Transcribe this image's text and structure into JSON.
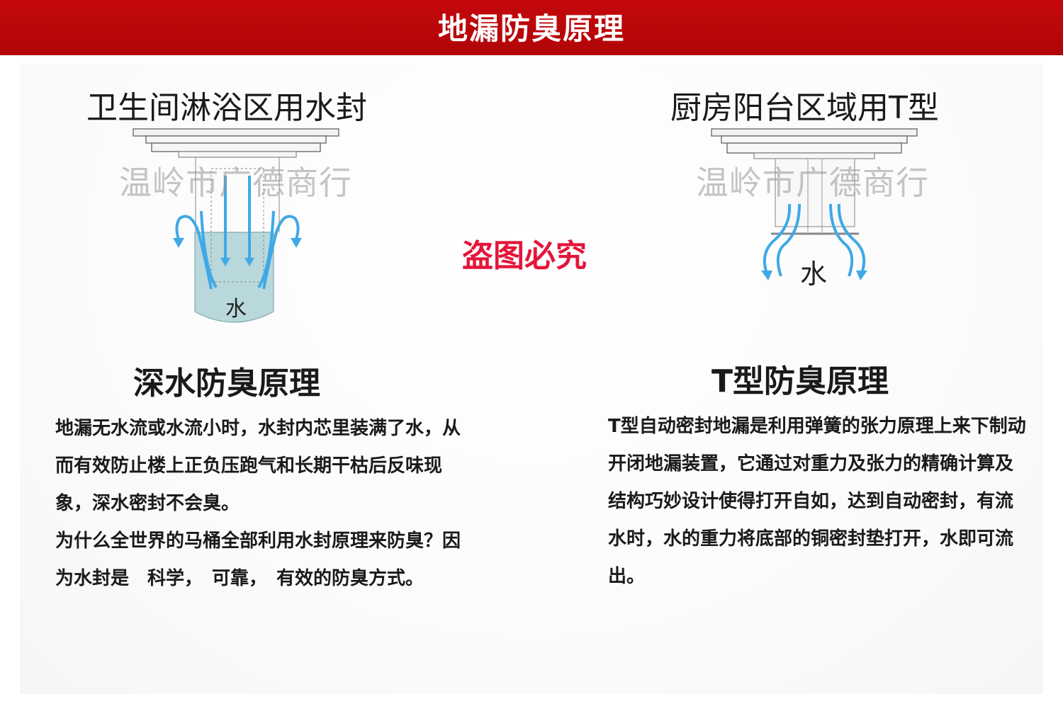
{
  "banner": {
    "title": "地漏防臭原理"
  },
  "left": {
    "heading": "卫生间淋浴区用水封",
    "diagram_label": "水",
    "subtitle": "深水防臭原理",
    "paragraphs": [
      "地漏无水流或水流小时，水封内芯里装满了水，从而有效防止楼上正负压跑气和长期干枯后反味现象，深水密封不会臭。",
      "为什么全世界的马桶全部利用水封原理来防臭？因为水封是　科学，　可靠，　有效的防臭方式。"
    ]
  },
  "right": {
    "heading": "厨房阳台区域用T型",
    "diagram_label": "水",
    "subtitle": "T型防臭原理",
    "paragraphs": [
      "T型自动密封地漏是利用弹簧的张力原理上来下制动开闭地漏装置，它通过对重力及张力的精确计算及结构巧妙设计使得打开自如，达到自动密封，有流水时，水的重力将底部的铜密封垫打开，水即可流出。"
    ]
  },
  "watermark": "温岭市广德商行",
  "warning": "盗图必究",
  "colors": {
    "banner": "#c4090d",
    "warning": "#e4153a",
    "water": "#b9d8dc",
    "arrow": "#3fa9e6"
  }
}
